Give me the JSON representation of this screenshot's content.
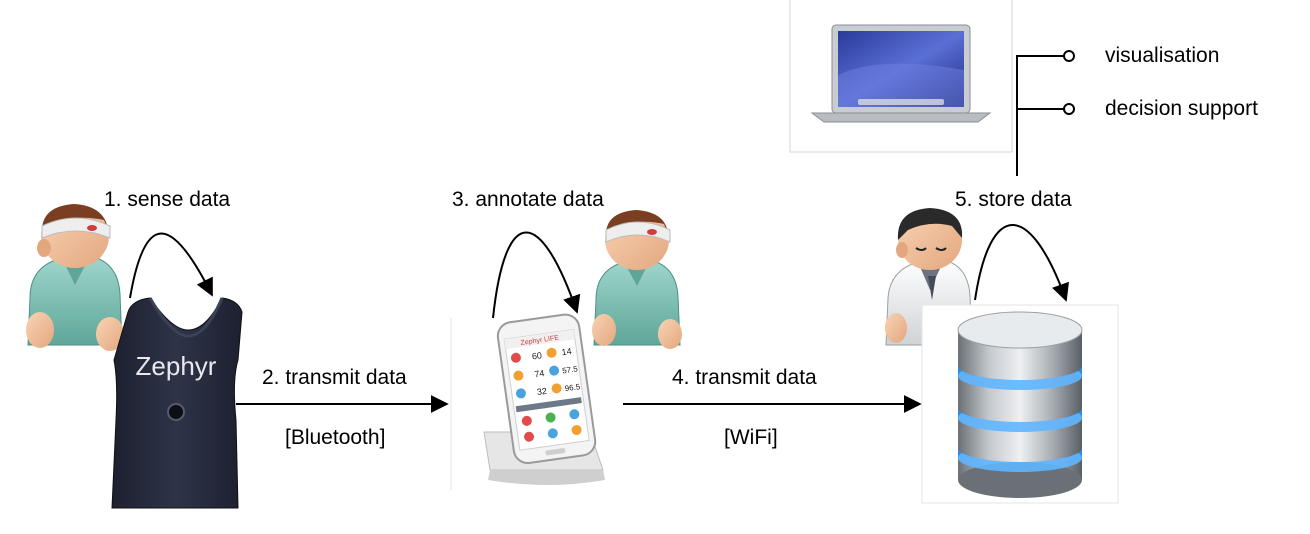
{
  "steps": {
    "sense": "1. sense data",
    "transmit_bt": "2. transmit data",
    "bt_protocol": "[Bluetooth]",
    "annotate": "3. annotate data",
    "transmit_wifi": "4. transmit data",
    "wifi_protocol": "[WiFi]",
    "store": "5. store data"
  },
  "outputs": {
    "visualisation": "visualisation",
    "decision_support": "decision support"
  },
  "device": {
    "vest_brand": "Zephyr",
    "phone_app_brand": "Zephyr LIFE",
    "phone_tiles": [
      "60",
      "14",
      "74",
      "57.5",
      "32",
      "96.5"
    ]
  },
  "icons": {
    "patient": "patient-avatar-icon",
    "doctor": "doctor-avatar-icon",
    "vest": "zephyr-vest-icon",
    "phone": "smartphone-dock-icon",
    "database": "database-icon",
    "laptop": "laptop-icon"
  },
  "colors": {
    "arrow": "#000000",
    "db_glow": "#2a8ee8",
    "vest": "#252a3a",
    "scrubs": "#7fc2b6",
    "laptop_screen": "#3f4fb8"
  }
}
